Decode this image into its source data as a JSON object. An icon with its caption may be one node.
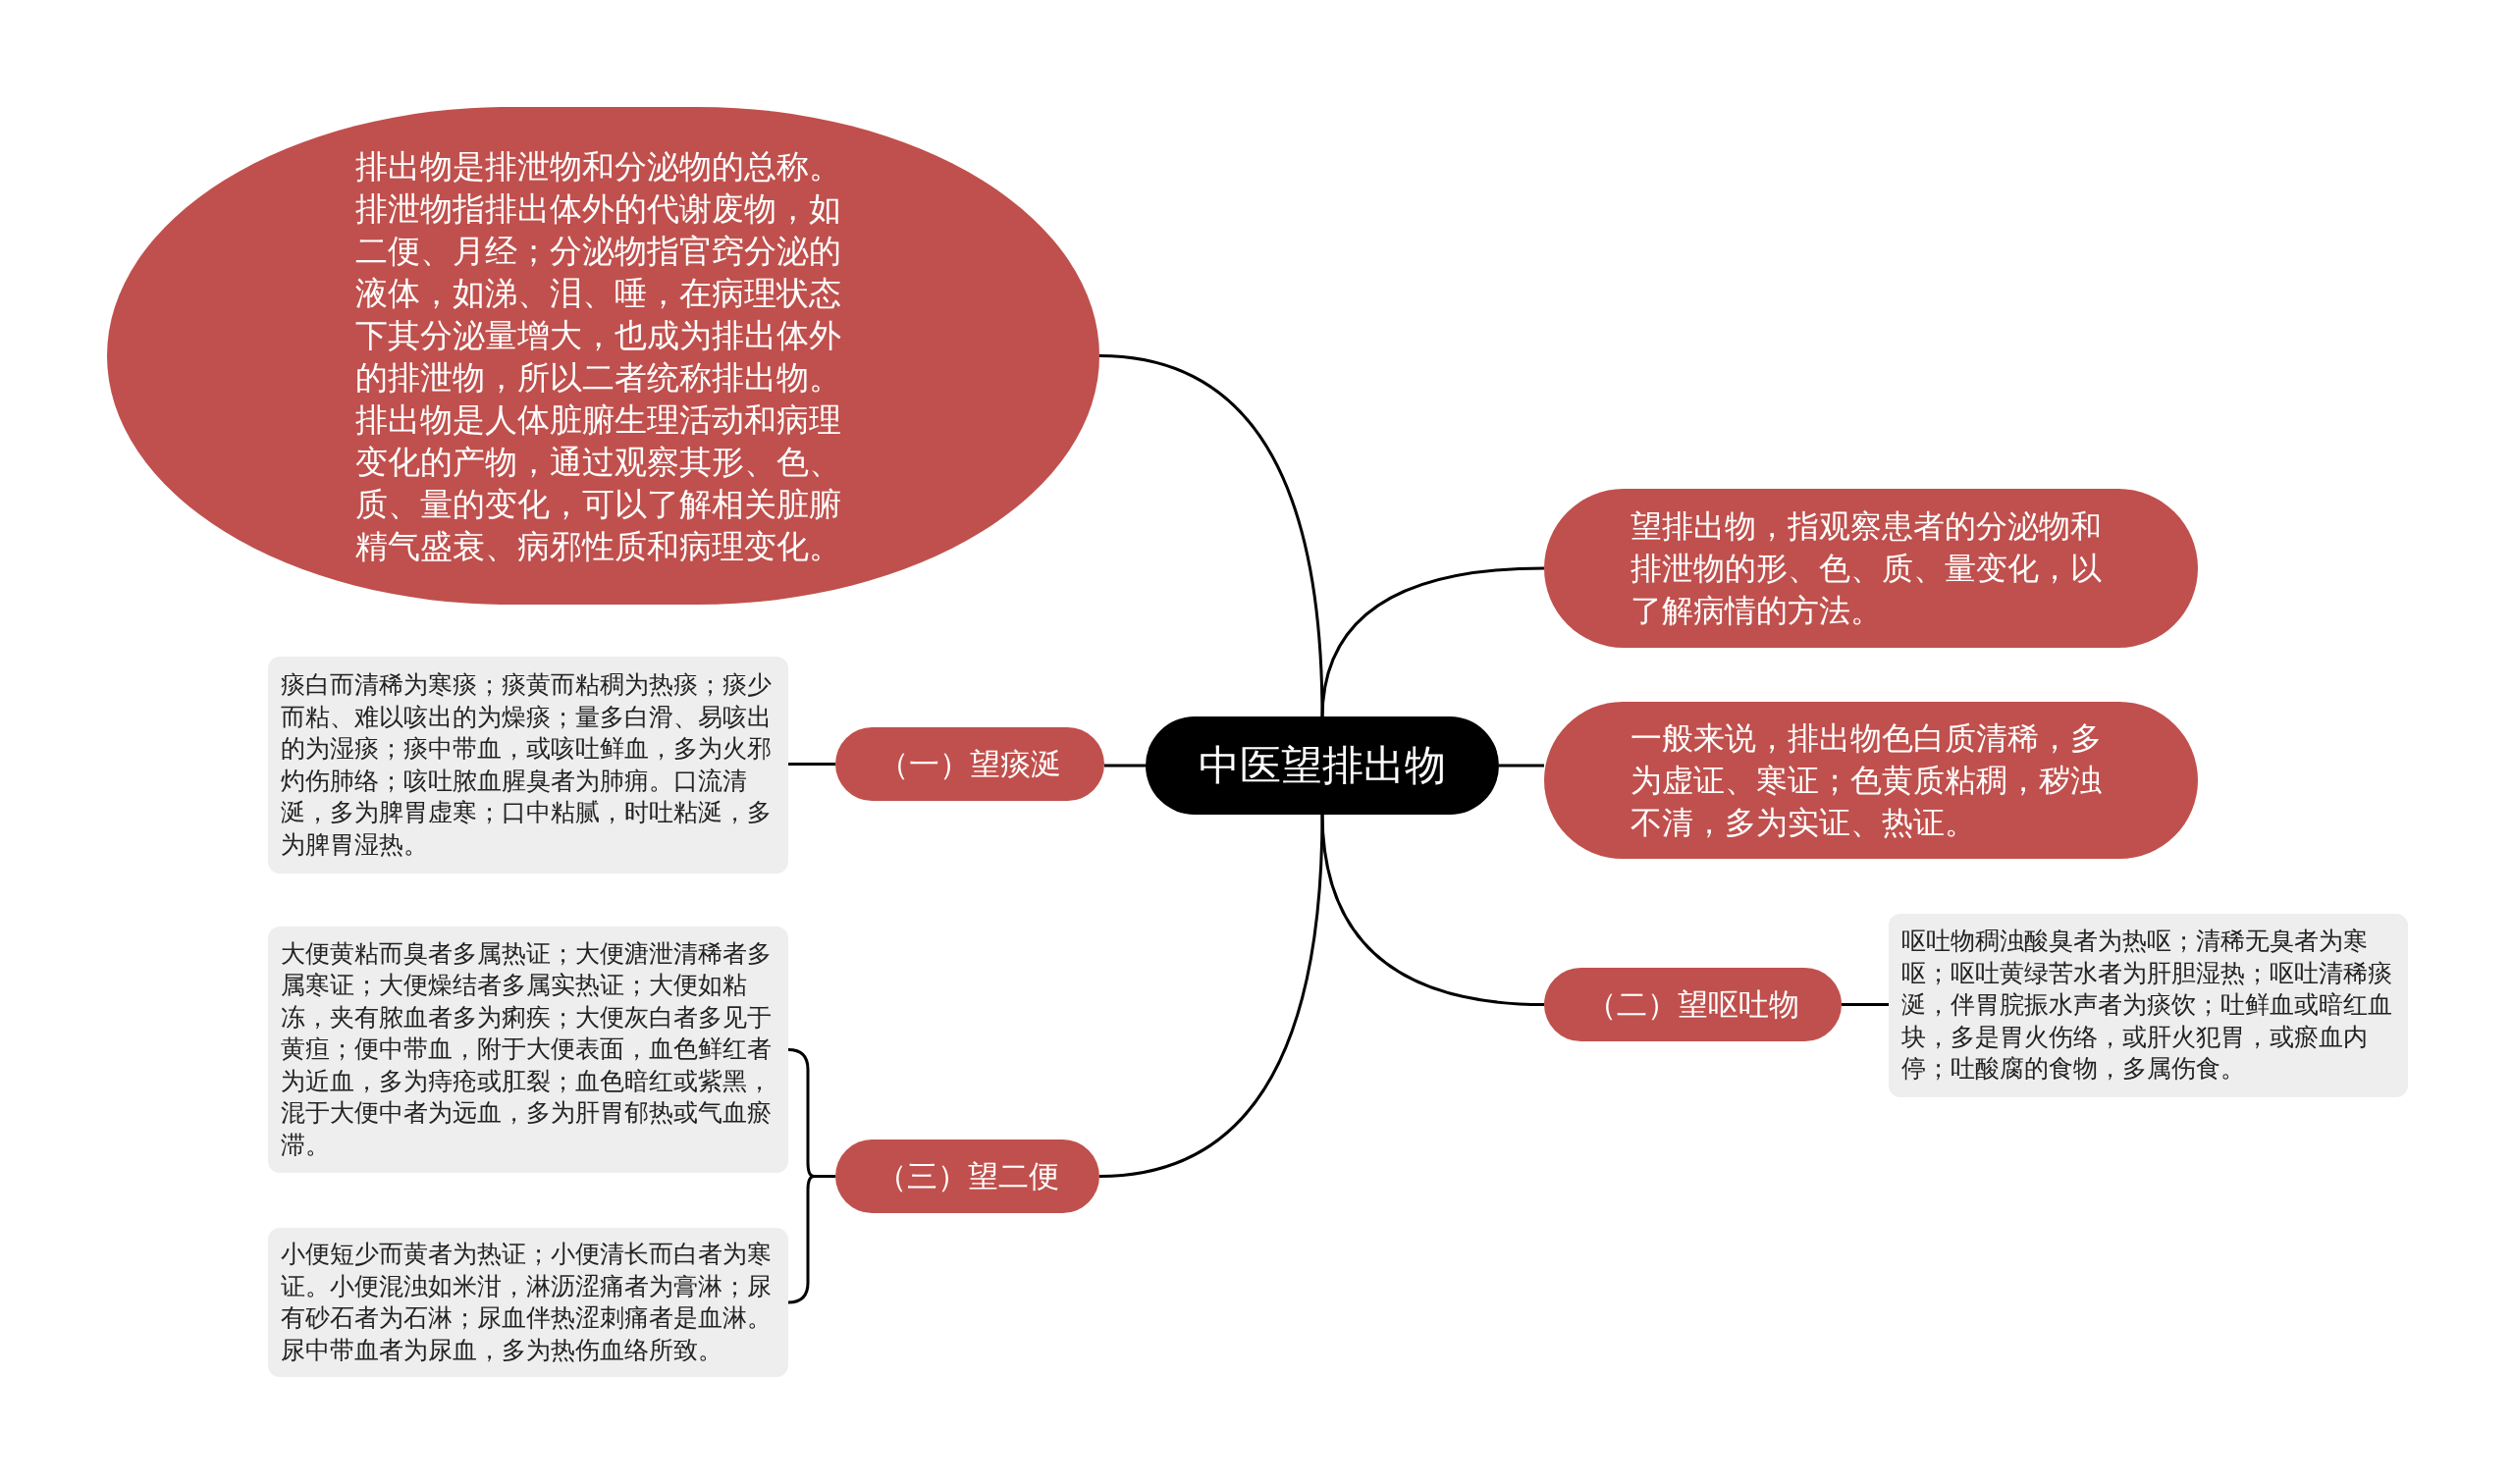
{
  "diagram": {
    "nodes": [
      {
        "text": [
          "中医望排出物"
        ]
      },
      {
        "text": [
          "排出物是排泄物和分泌物的总称。排泄物指排出体外的代谢废物，如二便、月经；分泌物指官窍分泌的液体，如涕、泪、唾，在病理状态下其分泌量增大，也成为排出体外的排泄物，所以二者统称排出物。排出物是人体脏腑生理活动和病理变化的产物，通过观察其形、色、质、量的变化，可以了解相关脏腑精气盛衰、病邪性质和病理变化。"
        ]
      },
      {
        "text": [
          "望排出物，指观察患者的分泌物和排泄物的形、色、质、量变化，以了解病情的方法。"
        ]
      },
      {
        "text": [
          "一般来说，排出物色白质清稀，多为虚证、寒证；色黄质粘稠，秽浊不清，多为实证、热证。"
        ]
      },
      {
        "text": [
          "（一）望痰涎"
        ]
      },
      {
        "text": [
          "痰白而清稀为寒痰；痰黄而粘稠为热痰；痰少而粘、难以咳出的为燥痰；量多白滑、易咳出的为湿痰；痰中带血，或咳吐鲜血，多为火邪灼伤肺络；咳吐脓血腥臭者为肺痈。口流清涎，多为脾胃虚寒；口中粘腻，时吐粘涎，多为脾胃湿热。"
        ]
      },
      {
        "text": [
          "（二）望呕吐物"
        ]
      },
      {
        "text": [
          "呕吐物稠浊酸臭者为热呕；清稀无臭者为寒呕；呕吐黄绿苦水者为肝胆湿热；呕吐清稀痰涎，伴胃脘振水声者为痰饮；吐鲜血或暗红血块，多是胃火伤络，或肝火犯胃，或瘀血内停；吐酸腐的食物，多属伤食。"
        ]
      },
      {
        "text": [
          "（三）望二便"
        ]
      },
      {
        "text": [
          "大便黄粘而臭者多属热证；大便溏泄清稀者多属寒证；大便燥结者多属实热证；大便如粘冻，夹有脓血者多为痢疾；大便灰白者多见于黄疸；便中带血，附于大便表面，血色鲜红者为近血，多为痔疮或肛裂；血色暗红或紫黑，混于大便中者为远血，多为肝胃郁热或气血瘀滞。"
        ]
      },
      {
        "text": [
          "小便短少而黄者为热证；小便清长而白者为寒证。小便混浊如米泔，淋沥涩痛者为膏淋；尿有砂石者为石淋；尿血伴热涩刺痛者是血淋。尿中带血者为尿血，多为热伤血络所致。"
        ]
      }
    ],
    "edges": [
      {
        "from": 0,
        "to": 1,
        "arrow": "none"
      },
      {
        "from": 0,
        "to": 2,
        "arrow": "none"
      },
      {
        "from": 0,
        "to": 3,
        "arrow": "none"
      },
      {
        "from": 0,
        "to": 4,
        "arrow": "none"
      },
      {
        "from": 4,
        "to": 5,
        "arrow": "none"
      },
      {
        "from": 0,
        "to": 6,
        "arrow": "none"
      },
      {
        "from": 6,
        "to": 7,
        "arrow": "none"
      },
      {
        "from": 0,
        "to": 8,
        "arrow": "none"
      },
      {
        "from": 8,
        "to": 9,
        "arrow": "none"
      },
      {
        "from": 8,
        "to": 10,
        "arrow": "none"
      }
    ]
  }
}
